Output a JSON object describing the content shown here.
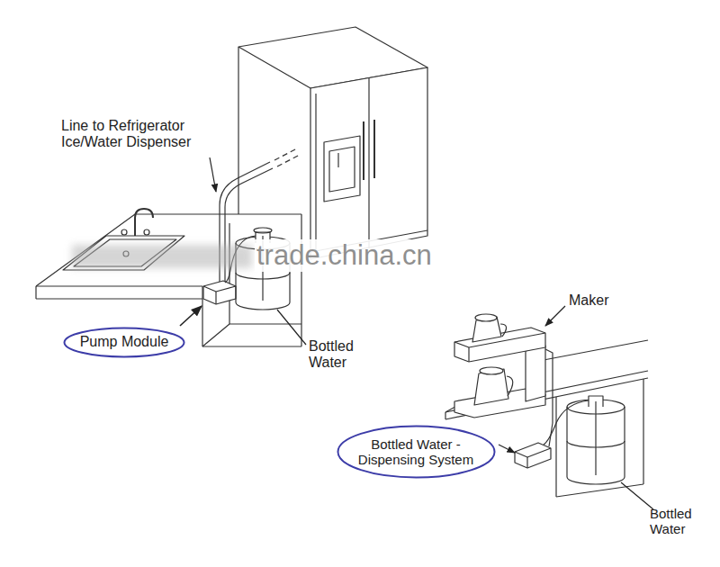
{
  "diagram": {
    "nodes": [
      {
        "text": [
          "Pump Module"
        ]
      },
      {
        "text": [
          "Bottled Water - Dispensing System"
        ]
      }
    ],
    "labels": [
      "Line to Refrigerator Ice/Water Dispenser",
      "trade.china.cn",
      "Bottled Water",
      "Maker",
      "Bottled Water"
    ]
  }
}
